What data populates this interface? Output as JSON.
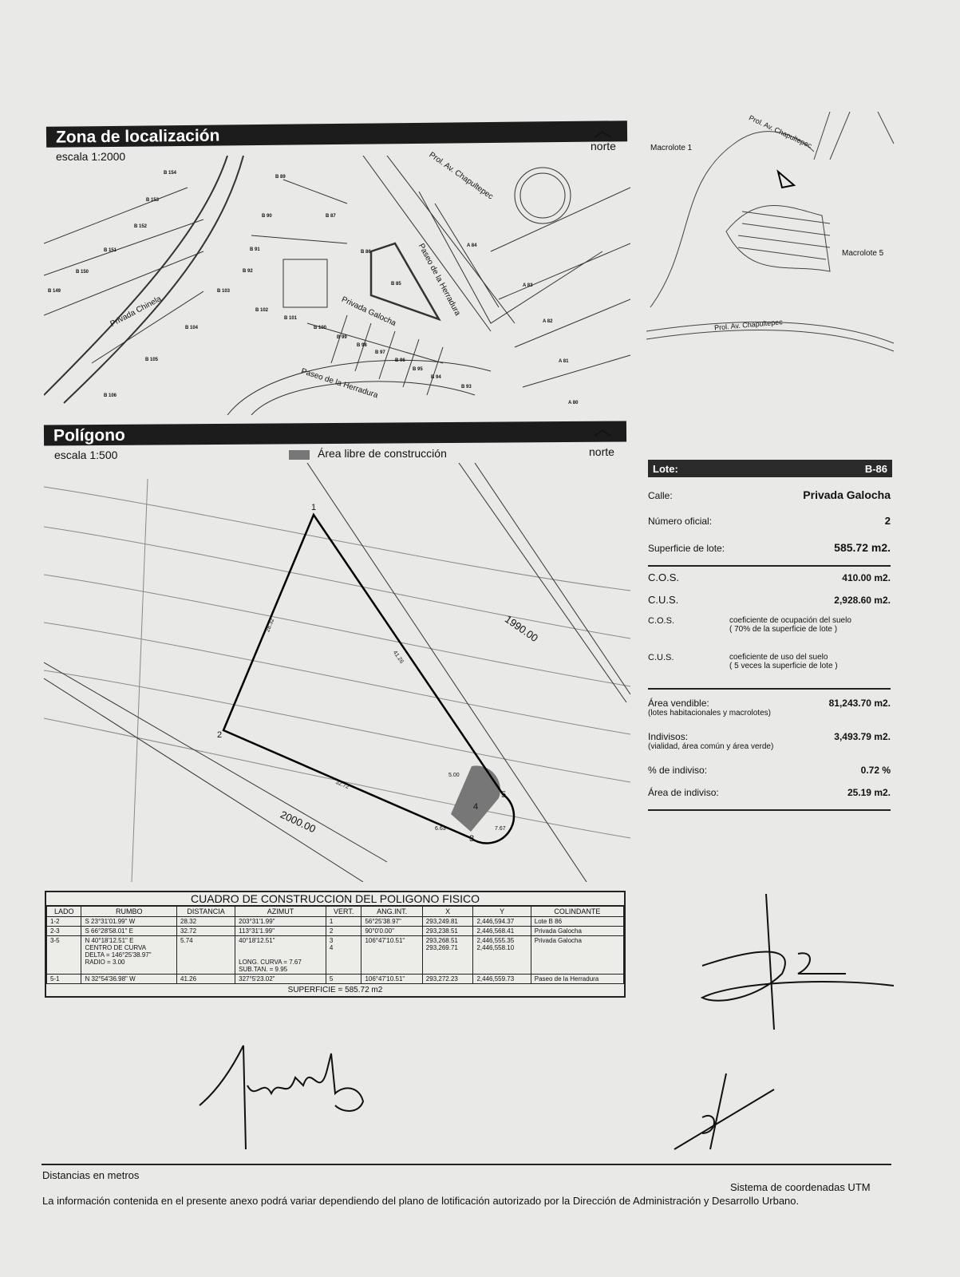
{
  "location": {
    "title": "Zona de localización",
    "scale": "escala 1:2000",
    "north": "norte",
    "lots": [
      "B 154",
      "B 153",
      "B 152",
      "B 151",
      "B 150",
      "B 149",
      "B 89",
      "B 90",
      "B 87",
      "B 91",
      "B 92",
      "B 86",
      "B 85",
      "B 103",
      "B 102",
      "B 101",
      "B 100",
      "B 104",
      "B 105",
      "B 106",
      "B 99",
      "B 98",
      "B 97",
      "B 96",
      "B 95",
      "B 94",
      "B 93",
      "A 84",
      "A 83",
      "A 82",
      "A 81",
      "A 80"
    ],
    "streets": {
      "chapultepec": "Prol. Av. Chapultepec",
      "herradura": "Paseo de la Herradura",
      "galocha": "Privada Galocha",
      "chinela": "Privada Chinela"
    }
  },
  "key_map": {
    "macrolote1": "Macrolote 1",
    "macrolote5": "Macrolote 5",
    "street1": "Prol. Av. Chapultepec",
    "street2": "Prol. Av. Chapultepec"
  },
  "polygon": {
    "title": "Polígono",
    "scale": "escala 1:500",
    "north": "norte",
    "legend": "Área libre de construcción",
    "vertices": [
      "1",
      "2",
      "3",
      "4",
      "5"
    ],
    "dims": {
      "d12": "28.32",
      "d51": "41.26",
      "d23": "32.72",
      "d5": "5.00",
      "d663": "6.63",
      "d767": "7.67"
    },
    "contours": {
      "c1": "1990.00",
      "c2": "2000.00"
    }
  },
  "lot_info": {
    "lote_label": "Lote:",
    "lote": "B-86",
    "calle_label": "Calle:",
    "calle": "Privada Galocha",
    "numero_label": "Número oficial:",
    "numero": "2",
    "superficie_label": "Superficie de lote:",
    "superficie": "585.72 m2.",
    "cos_label": "C.O.S.",
    "cos": "410.00 m2.",
    "cus_label": "C.U.S.",
    "cus": "2,928.60 m2.",
    "cos_def_label": "C.O.S.",
    "cos_def1": "coeficiente de ocupación del suelo",
    "cos_def2": "( 70% de la superficie de lote )",
    "cus_def_label": "C.U.S.",
    "cus_def1": "coeficiente de uso del suelo",
    "cus_def2": "( 5 veces la superficie de lote )",
    "vendible_label": "Área vendible:",
    "vendible_sub": "(lotes habitacionales y macrolotes)",
    "vendible": "81,243.70 m2.",
    "indivisos_label": "Indivisos:",
    "indivisos_sub": "(vialidad, área común y área verde)",
    "indivisos": "3,493.79 m2.",
    "pct_label": "% de indiviso:",
    "pct": "0.72 %",
    "area_ind_label": "Área de indiviso:",
    "area_ind": "25.19 m2."
  },
  "table": {
    "title": "CUADRO DE CONSTRUCCION DEL POLIGONO FISICO",
    "headers": [
      "LADO",
      "RUMBO",
      "DISTANCIA",
      "AZIMUT",
      "VERT.",
      "ANG.INT.",
      "X",
      "Y",
      "COLINDANTE"
    ],
    "rows": [
      [
        "1-2",
        "S 23°31'01.99\" W",
        "28.32",
        "203°31'1.99\"",
        "1",
        "56°25'38.97\"",
        "293,249.81",
        "2,446,594.37",
        "Lote B 86"
      ],
      [
        "2-3",
        "S 66°28'58.01\" E",
        "32.72",
        "113°31'1.99\"",
        "2",
        "90°0'0.00\"",
        "293,238.51",
        "2,446,568.41",
        "Privada Galocha"
      ],
      [
        "3-5",
        "N 40°18'12.51\" E",
        "5.74",
        "40°18'12.51\"",
        "3\n4",
        "106°47'10.51\"",
        "293,268.51\n293,269.71",
        "2,446,555.35\n2,446,558.10",
        "Privada Galocha"
      ],
      [
        "5-1",
        "N 32°54'36.98\" W",
        "41.26",
        "327°5'23.02\"",
        "5",
        "106°47'10.51\"",
        "293,272.23",
        "2,446,559.73",
        "Paseo de la Herradura"
      ]
    ],
    "curve": {
      "centro": "CENTRO DE CURVA",
      "delta": "DELTA = 146°25'38.97\"",
      "radio": "RADIO = 3.00",
      "long": "LONG. CURVA = 7.67",
      "subtan": "SUB.TAN. = 9.95"
    },
    "superficie": "SUPERFICIE = 585.72 m2"
  },
  "footer": {
    "distancias": "Distancias en metros",
    "sistema": "Sistema de coordenadas UTM",
    "nota": "La información contenida en el presente anexo podrá variar dependiendo del plano de lotificación autorizado por la Dirección de Administración y Desarrollo Urbano."
  }
}
